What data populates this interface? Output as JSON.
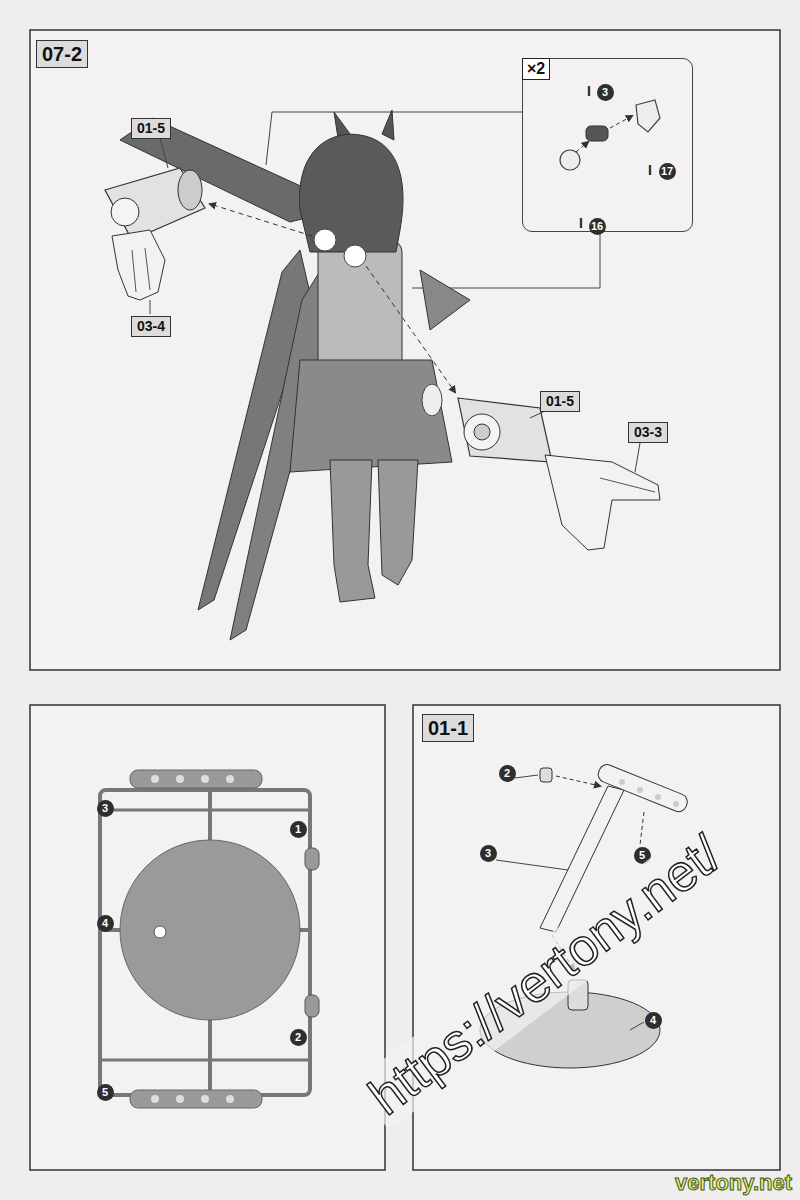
{
  "diagram": {
    "nodes": [
      {
        "text": [
          "07-2"
        ]
      },
      {
        "text": [
          "×2"
        ]
      },
      {
        "text": [
          "3"
        ],
        "in": 1
      },
      {
        "text": [
          "17"
        ],
        "in": 1
      },
      {
        "text": [
          "16"
        ],
        "in": 1
      },
      {
        "text": [
          "01-5"
        ]
      },
      {
        "text": [
          "03-4"
        ]
      },
      {
        "text": [
          "01-5"
        ]
      },
      {
        "text": [
          "03-3"
        ]
      },
      {
        "text": [
          "3"
        ]
      },
      {
        "text": [
          "1"
        ]
      },
      {
        "text": [
          "4"
        ]
      },
      {
        "text": [
          "2"
        ]
      },
      {
        "text": [
          "5"
        ]
      },
      {
        "text": [
          "01-1"
        ]
      },
      {
        "text": [
          "2"
        ]
      },
      {
        "text": [
          "3"
        ]
      },
      {
        "text": [
          "5"
        ]
      },
      {
        "text": [
          "4"
        ]
      }
    ],
    "labels": [
      "I",
      "I",
      "I",
      "https://vertony.net/",
      "vertony.net"
    ]
  }
}
